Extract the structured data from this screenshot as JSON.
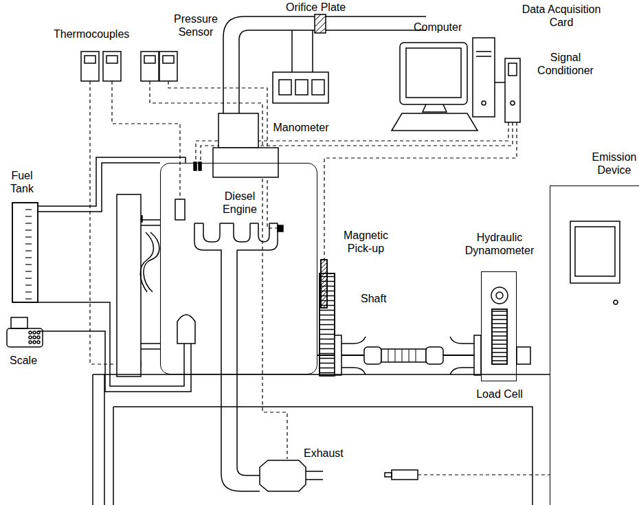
{
  "diagram": {
    "nodes": [
      {
        "text": [
          "Diesel Engine"
        ]
      },
      {
        "text": [
          "Hydraulic Dynamometer",
          "Load Cell"
        ]
      },
      {
        "text": [
          "Emission Device"
        ]
      }
    ],
    "edges": [
      {
        "from": 0,
        "to": 1,
        "arrow": "none"
      }
    ],
    "labels": [
      "Orifice Plate",
      "Thermocouples",
      "Pressure Sensor",
      "Computer",
      "Data Acquisition Card",
      "Signal Conditioner",
      "Manometer",
      "Fuel Tank",
      "Magnetic Pick-up",
      "Shaft",
      "Scale",
      "Exhaust"
    ]
  }
}
